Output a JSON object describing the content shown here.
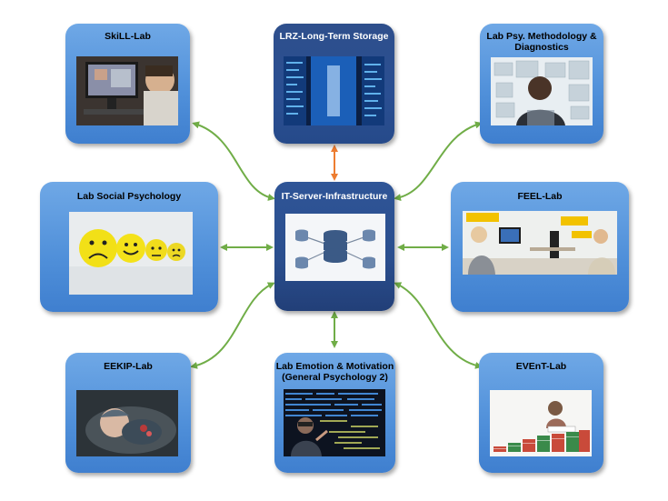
{
  "center": {
    "title": "IT-Server-Infrastructure"
  },
  "nodes": {
    "skill": {
      "title": "SkiLL-Lab"
    },
    "lrz": {
      "title": "LRZ-Long-Term Storage"
    },
    "psy_method": {
      "title_line1": "Lab Psy. Methodology &",
      "title_line2": "Diagnostics"
    },
    "social": {
      "title": "Lab Social Psychology"
    },
    "feel": {
      "title": "FEEL-Lab"
    },
    "eekip": {
      "title": "EEKIP-Lab"
    },
    "emotion": {
      "title_line1": "Lab Emotion & Motivation",
      "title_line2": "(General Psychology 2)"
    },
    "event": {
      "title": "EVEnT-Lab"
    }
  },
  "colors": {
    "connector_green": "#70ad47",
    "connector_orange": "#ed7d31",
    "box_blue": "#5b9bd5",
    "box_dark": "#2f5597"
  }
}
